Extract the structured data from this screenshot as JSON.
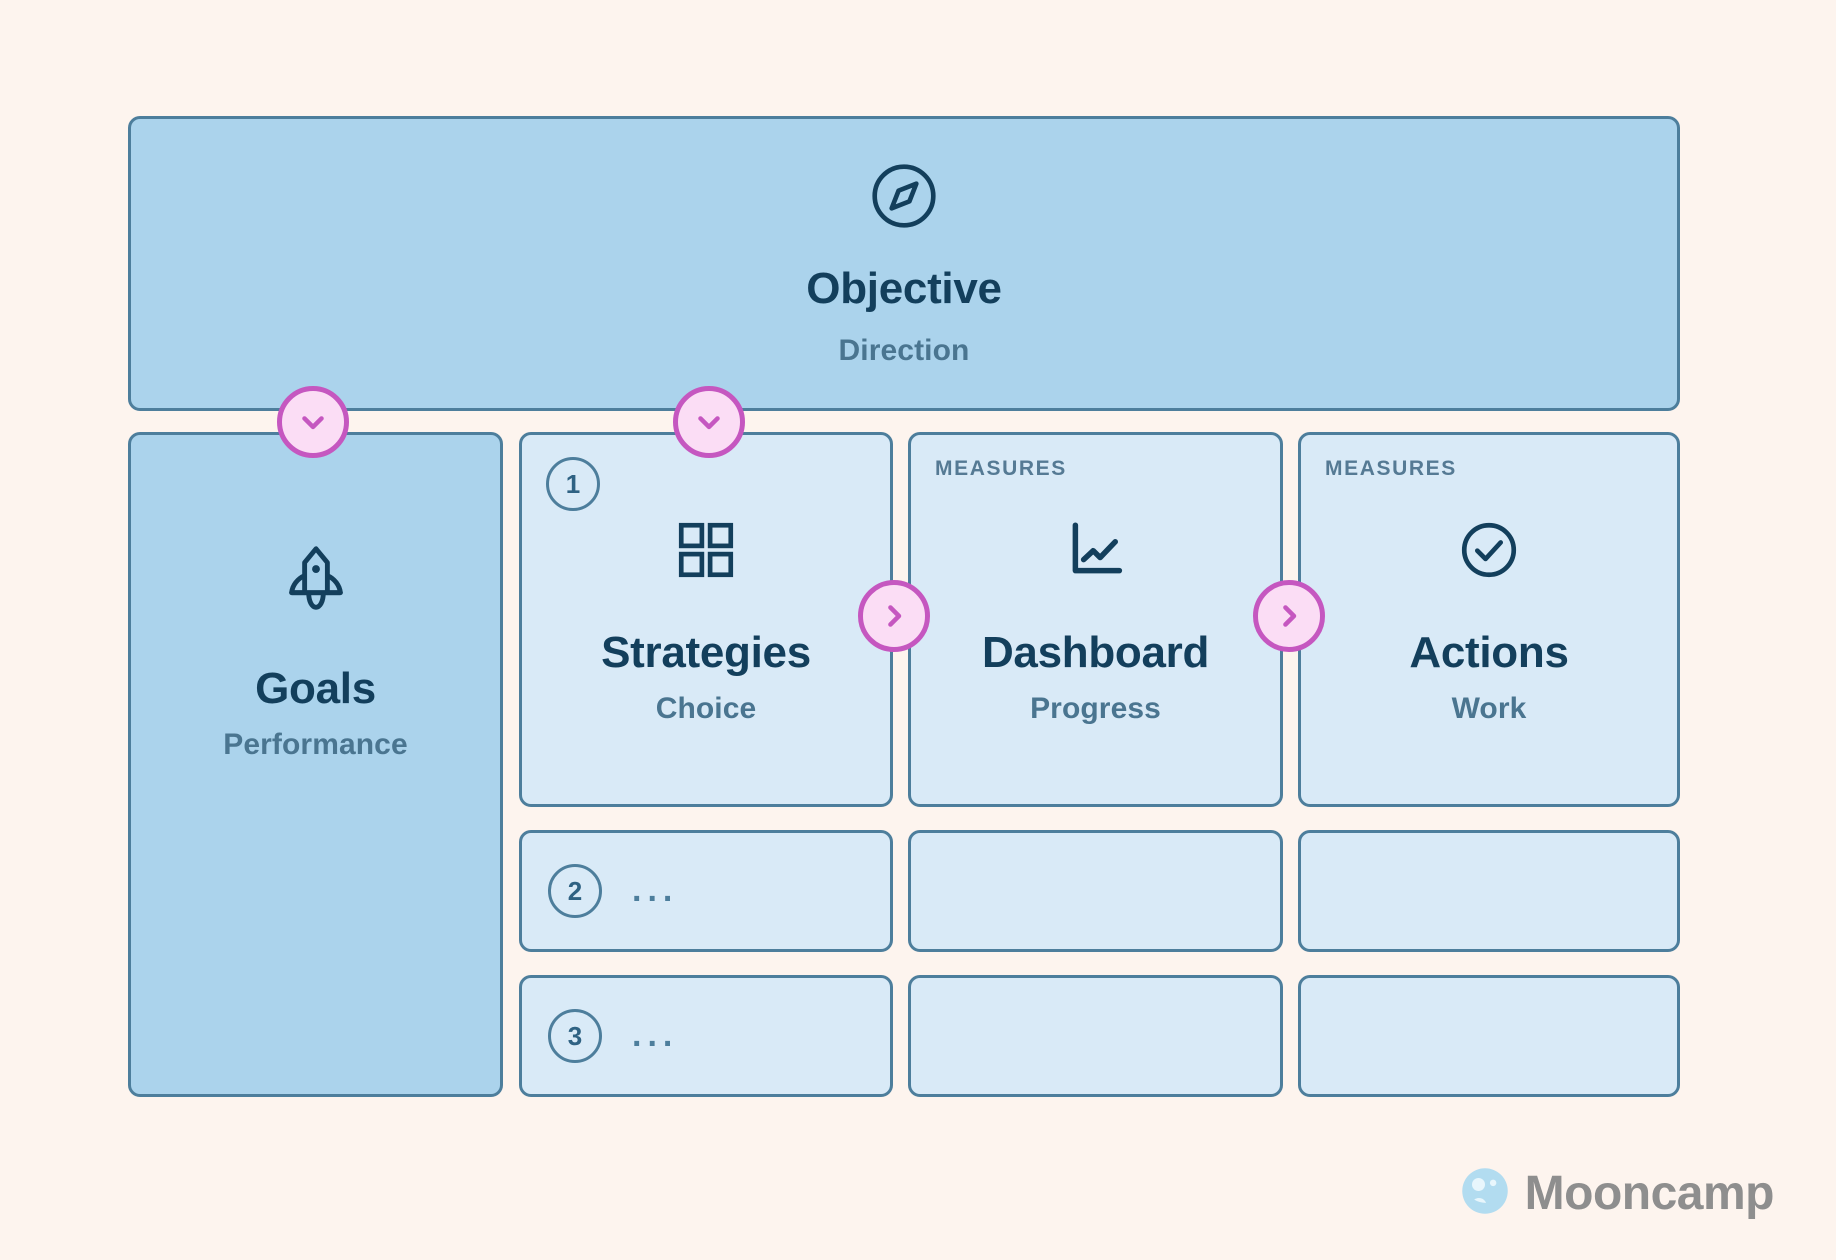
{
  "diagram": {
    "background_color": "#fdf4ee",
    "panel_dark_blue": "#abd3ec",
    "panel_light_blue": "#d9eaf7",
    "border_color": "#4d7e9c",
    "title_color": "#133f5c",
    "subtitle_color": "#4a7590",
    "accent_pink": "#c557c0",
    "accent_pink_fill": "#fbddf5"
  },
  "objective": {
    "title": "Objective",
    "subtitle": "Direction",
    "icon": "compass-icon"
  },
  "goals": {
    "title": "Goals",
    "subtitle": "Performance",
    "icon": "rocket-icon"
  },
  "columns": [
    {
      "key": "strategies",
      "badge": "1",
      "overline": "",
      "title": "Strategies",
      "subtitle": "Choice",
      "icon": "grid-icon"
    },
    {
      "key": "dashboard",
      "badge": "",
      "overline": "MEASURES",
      "title": "Dashboard",
      "subtitle": "Progress",
      "icon": "line-chart-icon"
    },
    {
      "key": "actions",
      "badge": "",
      "overline": "MEASURES",
      "title": "Actions",
      "subtitle": "Work",
      "icon": "check-circle-icon"
    }
  ],
  "extra_rows": [
    {
      "badge": "2",
      "text": "..."
    },
    {
      "badge": "3",
      "text": "..."
    }
  ],
  "connectors": [
    {
      "name": "chevron-down-goals",
      "icon": "chevron-down-icon"
    },
    {
      "name": "chevron-down-strategies",
      "icon": "chevron-down-icon"
    },
    {
      "name": "chevron-right-strategies-dashboard",
      "icon": "chevron-right-icon"
    },
    {
      "name": "chevron-right-dashboard-actions",
      "icon": "chevron-right-icon"
    }
  ],
  "logo": {
    "text": "Mooncamp",
    "icon": "moon-icon",
    "moon_color": "#b2dcf0",
    "text_color": "#8e8e8e"
  }
}
